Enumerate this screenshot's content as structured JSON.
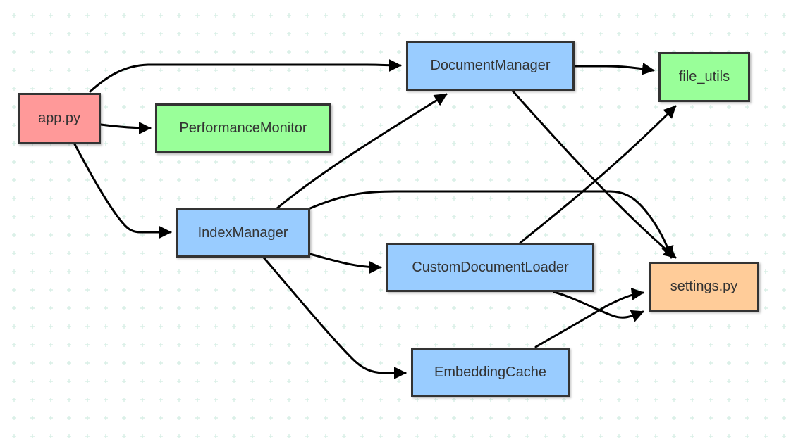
{
  "colors": {
    "entry": "#ff9999",
    "module": "#99ccff",
    "utility": "#99ff99",
    "config": "#ffcc99",
    "grid": "#d8efe6",
    "edge": "#000000"
  },
  "nodes": {
    "app": {
      "label": "app.py",
      "kind": "entry"
    },
    "performance_monitor": {
      "label": "PerformanceMonitor",
      "kind": "utility"
    },
    "document_manager": {
      "label": "DocumentManager",
      "kind": "module"
    },
    "file_utils": {
      "label": "file_utils",
      "kind": "utility"
    },
    "index_manager": {
      "label": "IndexManager",
      "kind": "module"
    },
    "custom_document_loader": {
      "label": "CustomDocumentLoader",
      "kind": "module"
    },
    "settings": {
      "label": "settings.py",
      "kind": "config"
    },
    "embedding_cache": {
      "label": "EmbeddingCache",
      "kind": "module"
    }
  },
  "edges": [
    {
      "from": "app",
      "to": "document_manager"
    },
    {
      "from": "app",
      "to": "performance_monitor"
    },
    {
      "from": "app",
      "to": "index_manager"
    },
    {
      "from": "document_manager",
      "to": "file_utils"
    },
    {
      "from": "document_manager",
      "to": "settings"
    },
    {
      "from": "index_manager",
      "to": "document_manager"
    },
    {
      "from": "index_manager",
      "to": "settings"
    },
    {
      "from": "index_manager",
      "to": "custom_document_loader"
    },
    {
      "from": "index_manager",
      "to": "embedding_cache"
    },
    {
      "from": "custom_document_loader",
      "to": "file_utils"
    },
    {
      "from": "custom_document_loader",
      "to": "settings"
    },
    {
      "from": "embedding_cache",
      "to": "settings"
    }
  ]
}
